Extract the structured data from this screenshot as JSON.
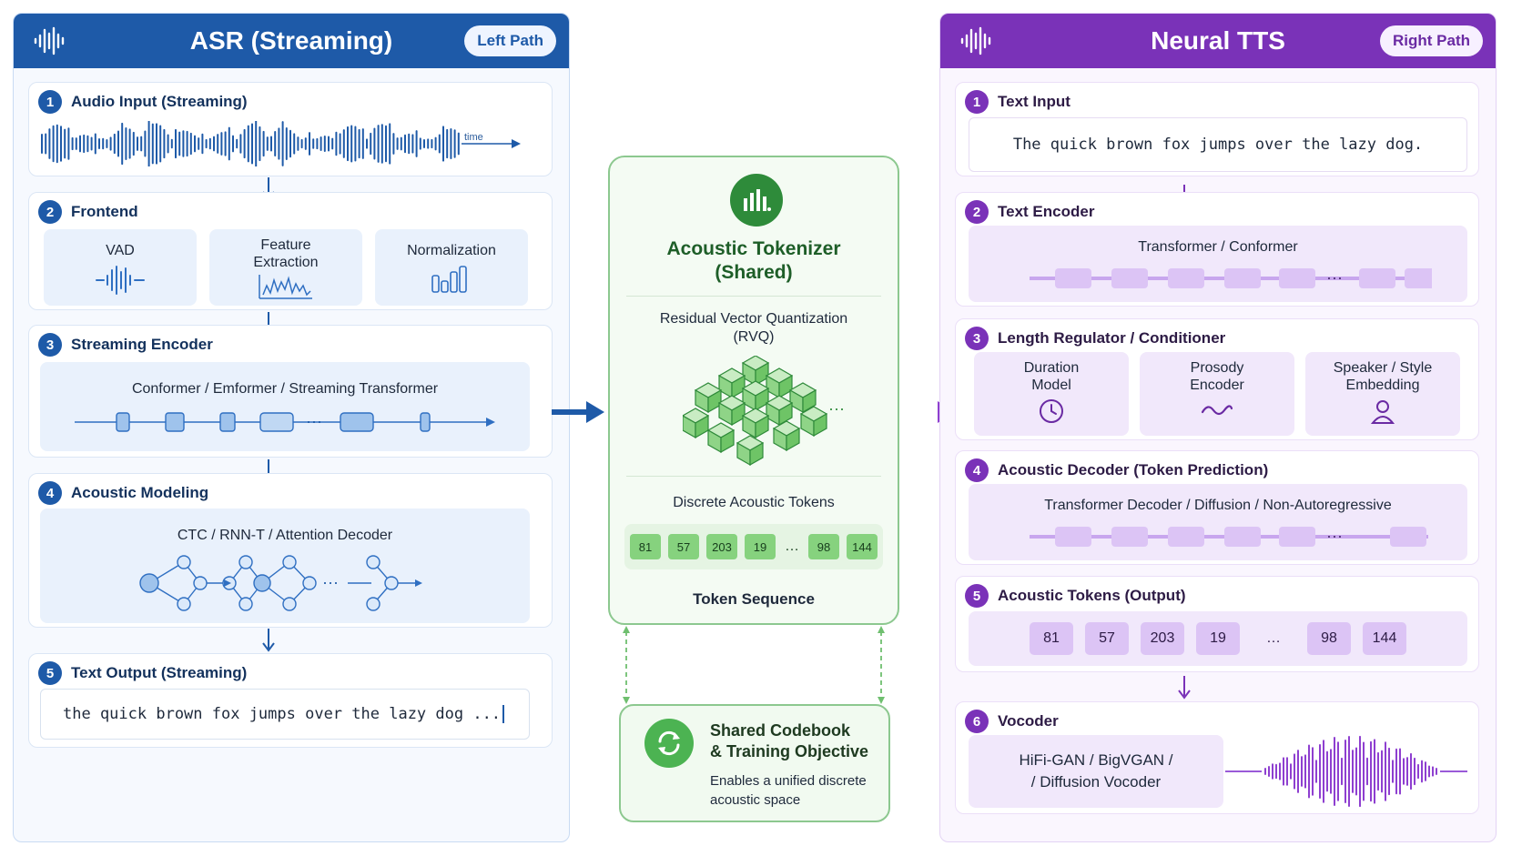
{
  "asr": {
    "title": "ASR (Streaming)",
    "badge": "Left Path",
    "steps": [
      {
        "num": "1",
        "title": "Audio Input (Streaming)",
        "time_label": "time"
      },
      {
        "num": "2",
        "title": "Frontend",
        "items": [
          "VAD",
          "Feature\nExtraction",
          "Normalization"
        ]
      },
      {
        "num": "3",
        "title": "Streaming Encoder",
        "model": "Conformer / Emformer / Streaming Transformer"
      },
      {
        "num": "4",
        "title": "Acoustic Modeling",
        "model": "CTC / RNN-T / Attention Decoder"
      },
      {
        "num": "5",
        "title": "Text Output (Streaming)",
        "text": "the quick brown fox jumps over the lazy dog ..."
      }
    ]
  },
  "center": {
    "title": "Acoustic Tokenizer\n(Shared)",
    "rvq": "Residual Vector Quantization\n(RVQ)",
    "tokens_label": "Discrete Acoustic Tokens",
    "tokens": [
      "81",
      "57",
      "203",
      "19",
      "…",
      "98",
      "144"
    ],
    "sequence_label": "Token Sequence",
    "codebook_title": "Shared Codebook\n& Training Objective",
    "codebook_desc": "Enables a unified discrete\nacoustic space"
  },
  "tts": {
    "title": "Neural TTS",
    "badge": "Right Path",
    "steps": [
      {
        "num": "1",
        "title": "Text Input",
        "text": "The quick brown fox jumps over the lazy dog."
      },
      {
        "num": "2",
        "title": "Text Encoder",
        "model": "Transformer / Conformer"
      },
      {
        "num": "3",
        "title": "Length Regulator / Conditioner",
        "items": [
          "Duration\nModel",
          "Prosody\nEncoder",
          "Speaker / Style\nEmbedding"
        ]
      },
      {
        "num": "4",
        "title": "Acoustic Decoder (Token Prediction)",
        "model": "Transformer Decoder / Diffusion / Non-Autoregressive"
      },
      {
        "num": "5",
        "title": "Acoustic Tokens (Output)",
        "tokens": [
          "81",
          "57",
          "203",
          "19",
          "…",
          "98",
          "144"
        ]
      },
      {
        "num": "6",
        "title": "Vocoder",
        "model": "HiFi-GAN / BigVGAN /\n/ Diffusion Vocoder"
      }
    ]
  },
  "colors": {
    "asr_primary": "#1e5aa8",
    "tts_primary": "#7a32b8",
    "shared_green": "#2e8b3a",
    "token_green": "#86d27e",
    "token_purple": "#dcc4f5"
  }
}
